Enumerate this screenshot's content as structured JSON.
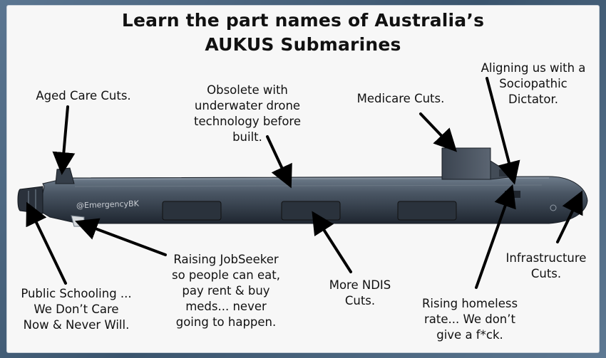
{
  "title": {
    "line1": "Learn the part names of Australia’s",
    "line2": "AUKUS Submarines"
  },
  "watermark": "@EmergencyBK",
  "labels": {
    "aged_care": "Aged Care Cuts.",
    "obsolete": "Obsolete with\nunderwater drone\ntechnology before\nbuilt.",
    "medicare": "Medicare Cuts.",
    "aligning": "Aligning us with a\nSociopathic\nDictator.",
    "public_schooling": "Public Schooling ...\nWe Don’t Care\nNow & Never Will.",
    "jobseeker": "Raising JobSeeker\nso people can eat,\npay rent & buy\nmeds... never\ngoing to happen.",
    "ndis": "More NDIS\nCuts.",
    "homeless": "Rising homeless\nrate... We don’t\ngive a f*ck.",
    "infrastructure": "Infrastructure\nCuts."
  }
}
